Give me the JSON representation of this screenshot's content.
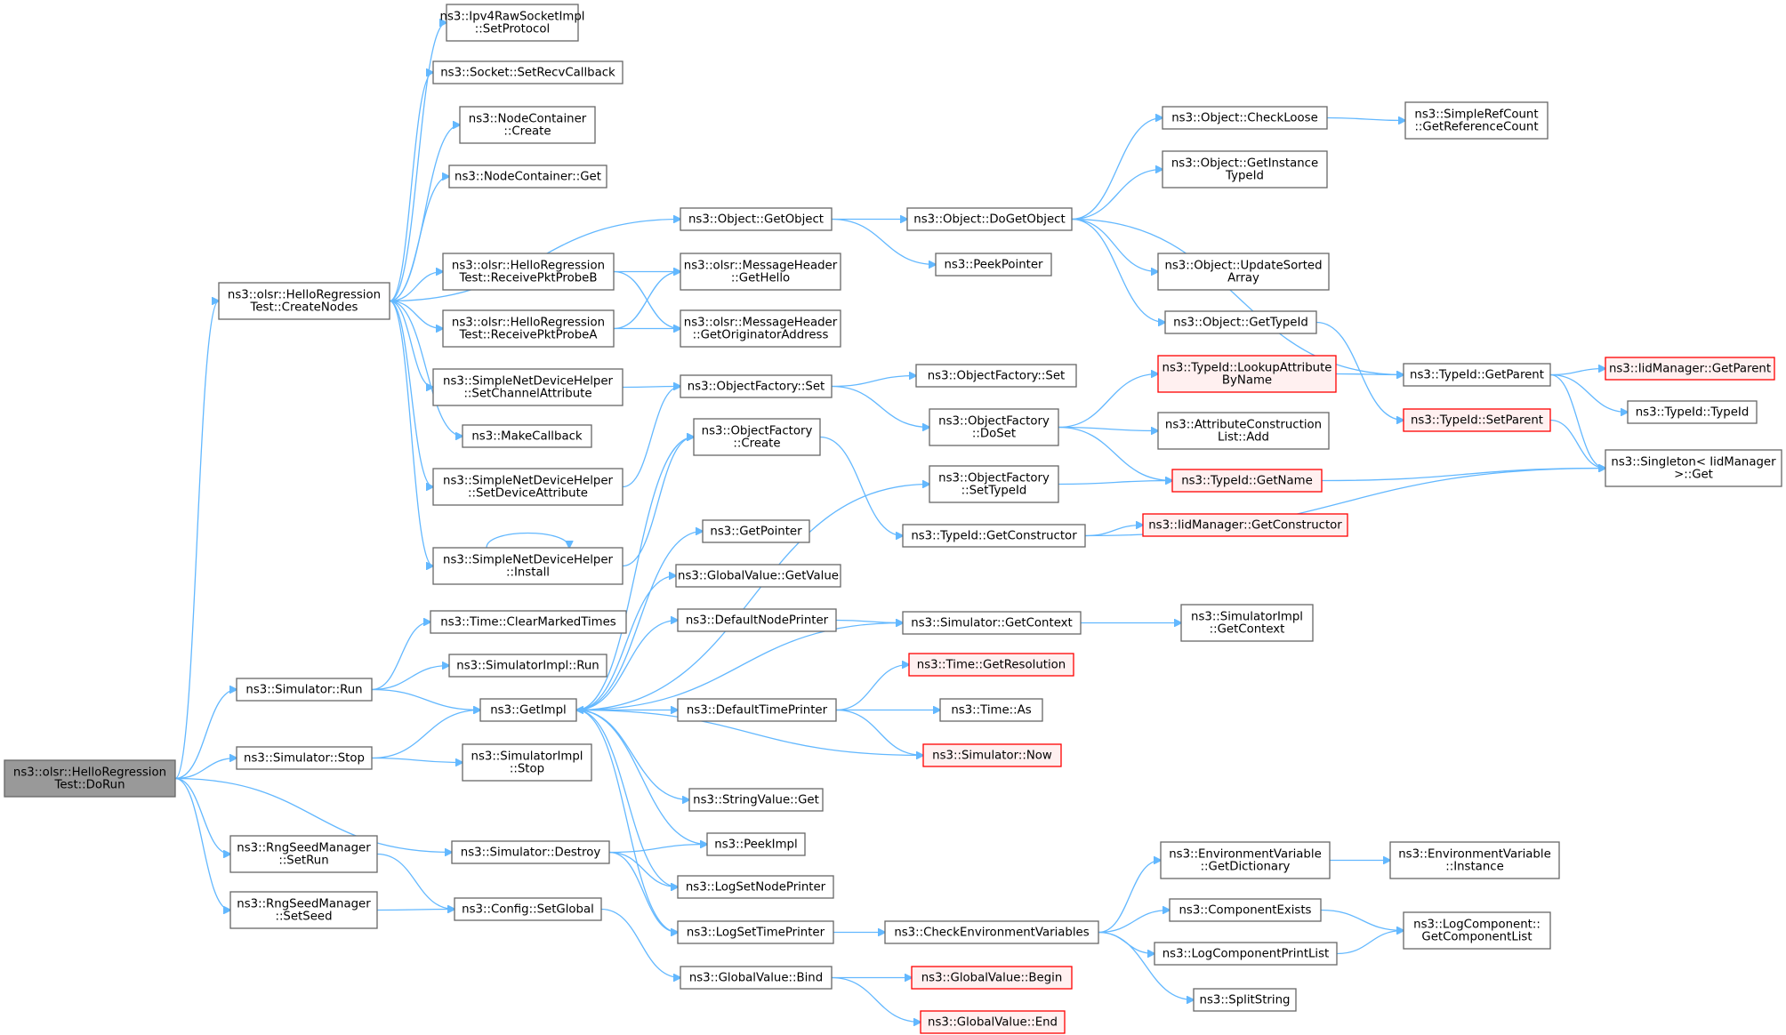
{
  "diagram": {
    "type": "call-graph",
    "edge_color": "#63b8ff",
    "node_border_color": "#666666",
    "highlight_color": "#ff0000",
    "root_fill_color": "#999999",
    "nodes": [
      {
        "id": "doRun",
        "lines": [
          "ns3::olsr::HelloRegression",
          "Test::DoRun"
        ],
        "style": "root"
      },
      {
        "id": "createNodes",
        "lines": [
          "ns3::olsr::HelloRegression",
          "Test::CreateNodes"
        ]
      },
      {
        "id": "simRun",
        "lines": [
          "ns3::Simulator::Run"
        ]
      },
      {
        "id": "simStop",
        "lines": [
          "ns3::Simulator::Stop"
        ]
      },
      {
        "id": "rngSetRun",
        "lines": [
          "ns3::RngSeedManager",
          "::SetRun"
        ]
      },
      {
        "id": "rngSetSeed",
        "lines": [
          "ns3::RngSeedManager",
          "::SetSeed"
        ]
      },
      {
        "id": "setProtocol",
        "lines": [
          "ns3::Ipv4RawSocketImpl",
          "::SetProtocol"
        ]
      },
      {
        "id": "setRecvCb",
        "lines": [
          "ns3::Socket::SetRecvCallback"
        ]
      },
      {
        "id": "ncCreate",
        "lines": [
          "ns3::NodeContainer",
          "::Create"
        ]
      },
      {
        "id": "ncGet",
        "lines": [
          "ns3::NodeContainer::Get"
        ]
      },
      {
        "id": "rxB",
        "lines": [
          "ns3::olsr::HelloRegression",
          "Test::ReceivePktProbeB"
        ]
      },
      {
        "id": "rxA",
        "lines": [
          "ns3::olsr::HelloRegression",
          "Test::ReceivePktProbeA"
        ]
      },
      {
        "id": "sndhSetChan",
        "lines": [
          "ns3::SimpleNetDeviceHelper",
          "::SetChannelAttribute"
        ]
      },
      {
        "id": "makeCb",
        "lines": [
          "ns3::MakeCallback"
        ]
      },
      {
        "id": "sndhSetDev",
        "lines": [
          "ns3::SimpleNetDeviceHelper",
          "::SetDeviceAttribute"
        ]
      },
      {
        "id": "sndhInstall",
        "lines": [
          "ns3::SimpleNetDeviceHelper",
          "::Install"
        ]
      },
      {
        "id": "clearMarked",
        "lines": [
          "ns3::Time::ClearMarkedTimes"
        ]
      },
      {
        "id": "simImplRun",
        "lines": [
          "ns3::SimulatorImpl::Run"
        ]
      },
      {
        "id": "getImpl",
        "lines": [
          "ns3::GetImpl"
        ]
      },
      {
        "id": "simImplStop",
        "lines": [
          "ns3::SimulatorImpl",
          "::Stop"
        ]
      },
      {
        "id": "simDestroy",
        "lines": [
          "ns3::Simulator::Destroy"
        ]
      },
      {
        "id": "cfgSetGlobal",
        "lines": [
          "ns3::Config::SetGlobal"
        ]
      },
      {
        "id": "objGetObject",
        "lines": [
          "ns3::Object::GetObject"
        ]
      },
      {
        "id": "mhGetHello",
        "lines": [
          "ns3::olsr::MessageHeader",
          "::GetHello"
        ]
      },
      {
        "id": "mhGetOrig",
        "lines": [
          "ns3::olsr::MessageHeader",
          "::GetOriginatorAddress"
        ]
      },
      {
        "id": "ofSet",
        "lines": [
          "ns3::ObjectFactory::Set"
        ]
      },
      {
        "id": "ofCreate",
        "lines": [
          "ns3::ObjectFactory",
          "::Create"
        ]
      },
      {
        "id": "getPointer",
        "lines": [
          "ns3::GetPointer"
        ]
      },
      {
        "id": "gvGetValue",
        "lines": [
          "ns3::GlobalValue::GetValue"
        ]
      },
      {
        "id": "defNodePrinter",
        "lines": [
          "ns3::DefaultNodePrinter"
        ]
      },
      {
        "id": "defTimePrinter",
        "lines": [
          "ns3::DefaultTimePrinter"
        ]
      },
      {
        "id": "strValGet",
        "lines": [
          "ns3::StringValue::Get"
        ]
      },
      {
        "id": "peekImpl",
        "lines": [
          "ns3::PeekImpl"
        ]
      },
      {
        "id": "logSetNodePrinter",
        "lines": [
          "ns3::LogSetNodePrinter"
        ]
      },
      {
        "id": "logSetTimePrinter",
        "lines": [
          "ns3::LogSetTimePrinter"
        ]
      },
      {
        "id": "gvBind",
        "lines": [
          "ns3::GlobalValue::Bind"
        ]
      },
      {
        "id": "objDoGetObject",
        "lines": [
          "ns3::Object::DoGetObject"
        ]
      },
      {
        "id": "peekPointer",
        "lines": [
          "ns3::PeekPointer"
        ]
      },
      {
        "id": "ofSet2",
        "lines": [
          "ns3::ObjectFactory::Set"
        ]
      },
      {
        "id": "ofDoSet",
        "lines": [
          "ns3::ObjectFactory",
          "::DoSet"
        ]
      },
      {
        "id": "ofSetTypeId",
        "lines": [
          "ns3::ObjectFactory",
          "::SetTypeId"
        ]
      },
      {
        "id": "tidGetCtor",
        "lines": [
          "ns3::TypeId::GetConstructor"
        ]
      },
      {
        "id": "simGetContext",
        "lines": [
          "ns3::Simulator::GetContext"
        ]
      },
      {
        "id": "timeGetRes",
        "lines": [
          "ns3::Time::GetResolution"
        ],
        "style": "red"
      },
      {
        "id": "timeAs",
        "lines": [
          "ns3::Time::As"
        ]
      },
      {
        "id": "simNow",
        "lines": [
          "ns3::Simulator::Now"
        ],
        "style": "red"
      },
      {
        "id": "checkEnvVars",
        "lines": [
          "ns3::CheckEnvironmentVariables"
        ]
      },
      {
        "id": "gvBegin",
        "lines": [
          "ns3::GlobalValue::Begin"
        ],
        "style": "red"
      },
      {
        "id": "gvEnd",
        "lines": [
          "ns3::GlobalValue::End"
        ],
        "style": "red"
      },
      {
        "id": "objCheckLoose",
        "lines": [
          "ns3::Object::CheckLoose"
        ]
      },
      {
        "id": "objGetInstTid",
        "lines": [
          "ns3::Object::GetInstance",
          "TypeId"
        ]
      },
      {
        "id": "objUpdSorted",
        "lines": [
          "ns3::Object::UpdateSorted",
          "Array"
        ]
      },
      {
        "id": "objGetTypeId",
        "lines": [
          "ns3::Object::GetTypeId"
        ]
      },
      {
        "id": "tidLookupAttr",
        "lines": [
          "ns3::TypeId::LookupAttribute",
          "ByName"
        ],
        "style": "red"
      },
      {
        "id": "attrConsAdd",
        "lines": [
          "ns3::AttributeConstruction",
          "List::Add"
        ]
      },
      {
        "id": "tidGetName",
        "lines": [
          "ns3::TypeId::GetName"
        ],
        "style": "red"
      },
      {
        "id": "iidGetCtor",
        "lines": [
          "ns3::IidManager::GetConstructor"
        ],
        "style": "red"
      },
      {
        "id": "simImplGetCtx",
        "lines": [
          "ns3::SimulatorImpl",
          "::GetContext"
        ]
      },
      {
        "id": "envGetDict",
        "lines": [
          "ns3::EnvironmentVariable",
          "::GetDictionary"
        ]
      },
      {
        "id": "compExists",
        "lines": [
          "ns3::ComponentExists"
        ]
      },
      {
        "id": "logCompPrintList",
        "lines": [
          "ns3::LogComponentPrintList"
        ]
      },
      {
        "id": "splitString",
        "lines": [
          "ns3::SplitString"
        ]
      },
      {
        "id": "srcGetRefCount",
        "lines": [
          "ns3::SimpleRefCount",
          "::GetReferenceCount"
        ]
      },
      {
        "id": "tidGetParent",
        "lines": [
          "ns3::TypeId::GetParent"
        ]
      },
      {
        "id": "tidSetParent",
        "lines": [
          "ns3::TypeId::SetParent"
        ],
        "style": "red"
      },
      {
        "id": "iidGetParent",
        "lines": [
          "ns3::IidManager::GetParent"
        ],
        "style": "red"
      },
      {
        "id": "tidTypeId",
        "lines": [
          "ns3::TypeId::TypeId"
        ]
      },
      {
        "id": "singletonGet",
        "lines": [
          "ns3::Singleton< IidManager",
          ">::Get"
        ]
      },
      {
        "id": "envInstance",
        "lines": [
          "ns3::EnvironmentVariable",
          "::Instance"
        ]
      },
      {
        "id": "logCompGetList",
        "lines": [
          "ns3::LogComponent::",
          "GetComponentList"
        ]
      }
    ]
  }
}
